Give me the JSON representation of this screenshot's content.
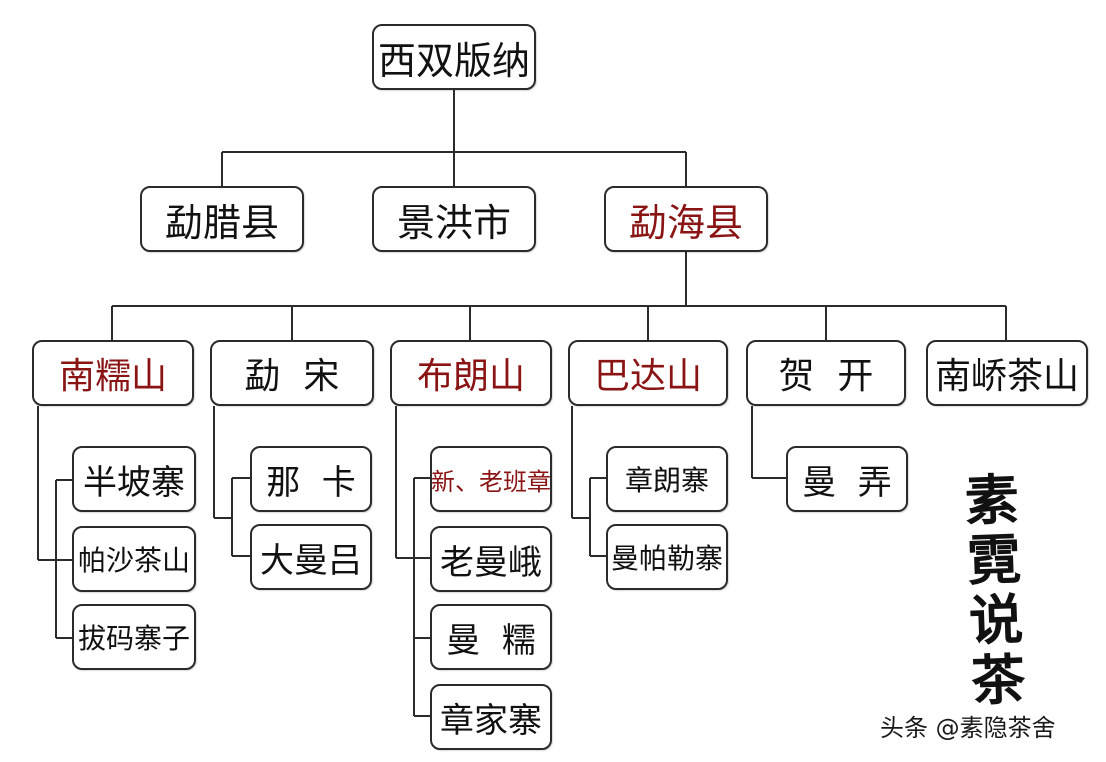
{
  "root": {
    "label": "西双版纳"
  },
  "regions": [
    {
      "label": "勐腊县"
    },
    {
      "label": "景洪市"
    },
    {
      "label": "勐海县",
      "highlight": true
    }
  ],
  "mountains": [
    {
      "label": "南糯山",
      "highlight": true,
      "villages": [
        "半坡寨",
        "帕沙茶山",
        "拔码寨子"
      ]
    },
    {
      "label": "勐  宋",
      "highlight": false,
      "villages": [
        "那  卡",
        "大曼吕"
      ]
    },
    {
      "label": "布朗山",
      "highlight": true,
      "villages": [
        "新、老班章",
        "老曼峨",
        "曼  糯",
        "章家寨"
      ]
    },
    {
      "label": "巴达山",
      "highlight": true,
      "villages": [
        "章朗寨",
        "曼帕勒寨"
      ]
    },
    {
      "label": "贺  开",
      "highlight": false,
      "villages": [
        "曼  弄"
      ]
    },
    {
      "label": "南峤茶山",
      "highlight": false,
      "villages": []
    }
  ],
  "seal": {
    "chars": [
      "素",
      "霓",
      "说",
      "茶"
    ]
  },
  "watermark": "头条 @素隐茶舍",
  "colors": {
    "highlight": "#8a1414",
    "line": "#2b2b2b",
    "text": "#111111"
  }
}
